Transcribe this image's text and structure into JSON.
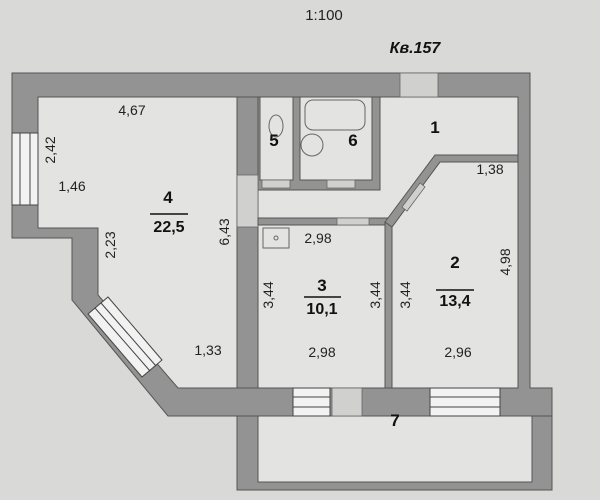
{
  "scale": "1:100",
  "apartment_label": "Кв.157",
  "rooms": [
    {
      "number": "1"
    },
    {
      "number": "2",
      "area": "13,4"
    },
    {
      "number": "3",
      "area": "10,1"
    },
    {
      "number": "4",
      "area": "22,5"
    },
    {
      "number": "5"
    },
    {
      "number": "6"
    },
    {
      "number": "7"
    }
  ],
  "dimensions": {
    "room4_top": "4,67",
    "room4_left": "2,42",
    "room4_step": "1,46",
    "room4_left_lower": "2,23",
    "room4_right": "6,43",
    "room4_bottom": "1,33",
    "room3_top": "2,98",
    "room3_bottom": "2,98",
    "room3_left": "3,44",
    "room3_right": "3,44",
    "room2_left": "3,44",
    "room2_top": "1,38",
    "room2_right": "4,98",
    "room2_bottom": "2,96"
  }
}
